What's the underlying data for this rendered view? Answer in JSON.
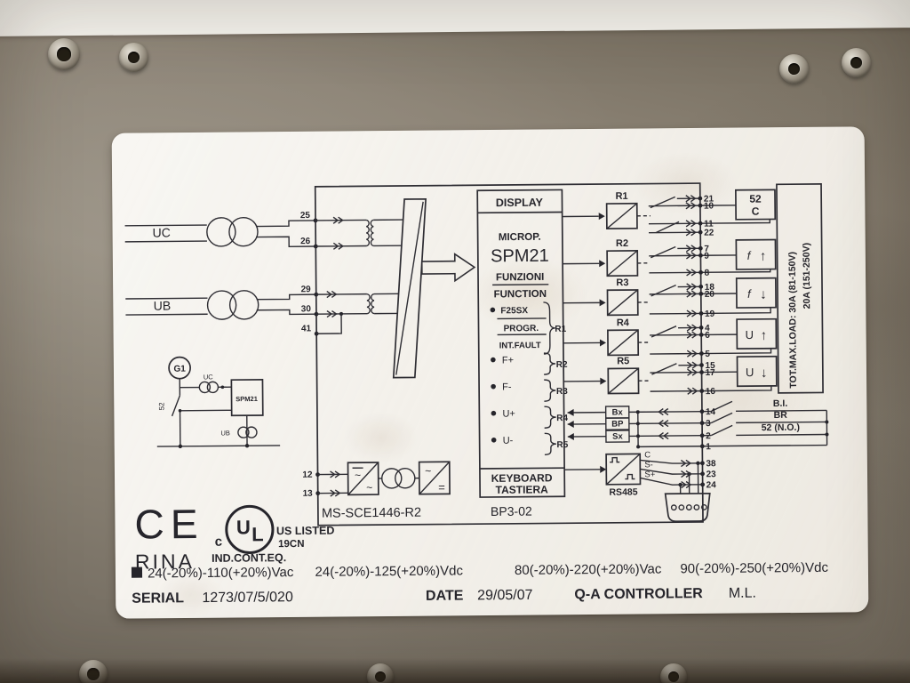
{
  "colors": {
    "label_bg": "#f2efe8",
    "ink": "#2e2d33",
    "metal": "#8d8578"
  },
  "diagram": {
    "uc": "UC",
    "ub": "UB",
    "t25": "25",
    "t26": "26",
    "t29": "29",
    "t30": "30",
    "t41": "41",
    "t12": "12",
    "t13": "13",
    "display": "DISPLAY",
    "microp": "MICROP.",
    "model": "SPM21",
    "funzioni": "FUNZIONI",
    "function": "FUNCTION",
    "f25sx": "F25SX",
    "progr": "PROGR.",
    "int_fault": "INT.FAULT",
    "f_plus": "F+",
    "f_minus": "F-",
    "u_plus": "U+",
    "u_minus": "U-",
    "keyboard": "KEYBOARD",
    "tastiera": "TASTIERA",
    "r1": "R1",
    "r2": "R2",
    "r3": "R3",
    "r4": "R4",
    "r5": "R5",
    "t21": "21",
    "t10": "10",
    "t11": "11",
    "t22": "22",
    "t7": "7",
    "t9": "9",
    "t8": "8",
    "t18": "18",
    "t20": "20",
    "t19": "19",
    "t4": "4",
    "t6": "6",
    "t5": "5",
    "t15": "15",
    "t17": "17",
    "t16": "16",
    "t14": "14",
    "t3": "3",
    "t2": "2",
    "t1": "1",
    "t38": "38",
    "t23": "23",
    "t24": "24",
    "box52_1": "52",
    "box52_2": "C",
    "f_letter": "f",
    "u_letter": "U",
    "arrow_up": "↑",
    "arrow_down": "↓",
    "bx": "Bx",
    "bp": "BP",
    "sx": "Sx",
    "bi_label": "B.I.",
    "br_label": "BR",
    "no52_label": "52  (N.O.)",
    "rs485": "RS485",
    "c_label": "C",
    "s_minus": "S-",
    "s_plus": "S+",
    "g1": "G1",
    "g1_uc": "UC",
    "g1_ub": "UB",
    "g1_spm": "SPM21",
    "g1_52": "52",
    "maxload1": "TOT.MAX.LOAD:  30A  (81-150V)",
    "maxload2": "20A  (151-250V)",
    "board_code": "MS-SCE1446-R2",
    "keyboard_code": "BP3-02",
    "tilde": "~",
    "equals": "="
  },
  "certs": {
    "ce": "CE",
    "rina": "RINA",
    "ul_u": "U",
    "ul_l": "L",
    "ul_c": "c",
    "ul_us_listed": "US LISTED",
    "ul_19cn": "19CN",
    "ul_ind_cont": "IND.CONT.EQ."
  },
  "ratings": {
    "vac_low": "24(-20%)-110(+20%)Vac",
    "vdc_low": "24(-20%)-125(+20%)Vdc",
    "vac_high": "80(-20%)-220(+20%)Vac",
    "vdc_high": "90(-20%)-250(+20%)Vdc"
  },
  "footer": {
    "serial_label": "SERIAL",
    "serial_value": "1273/07/5/020",
    "date_label": "DATE",
    "date_value": "29/05/07",
    "controller": "Q-A CONTROLLER",
    "initials": "M.L."
  }
}
